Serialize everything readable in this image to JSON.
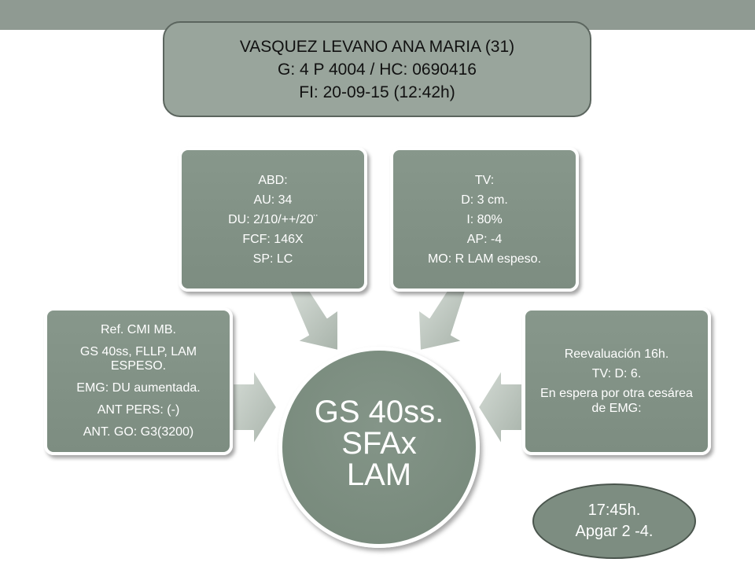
{
  "header": {
    "lines": [
      "VASQUEZ LEVANO ANA MARIA (31)",
      "G: 4 P 4004 / HC: 0690416",
      "FI: 20-09-15 (12:42h)"
    ]
  },
  "center": {
    "lines": [
      "GS 40ss.",
      "SFAx",
      "LAM"
    ]
  },
  "cards": {
    "left": {
      "lines": [
        "Ref. CMI MB.",
        "GS 40ss, FLLP, LAM ESPESO.",
        "EMG: DU aumentada.",
        "ANT PERS: (-)",
        "ANT. GO: G3(3200)"
      ]
    },
    "abd": {
      "lines": [
        "ABD:",
        "AU: 34",
        "DU: 2/10/++/20¨",
        "FCF: 146X",
        "SP: LC"
      ]
    },
    "tv": {
      "lines": [
        "TV:",
        "D: 3 cm.",
        "I: 80%",
        "AP: -4",
        "MO: R LAM espeso."
      ]
    },
    "right": {
      "lines": [
        "Reevaluación 16h.",
        "TV: D: 6.",
        "En espera por otra cesárea de EMG:"
      ]
    }
  },
  "time_oval": {
    "lines": [
      "17:45h.",
      "Apgar 2 -4."
    ]
  },
  "colors": {
    "card_fill": "#7d8d81",
    "header_fill": "#99a59c",
    "top_bar": "#8f9a92",
    "arrow_fill": "#b8c2ba"
  }
}
